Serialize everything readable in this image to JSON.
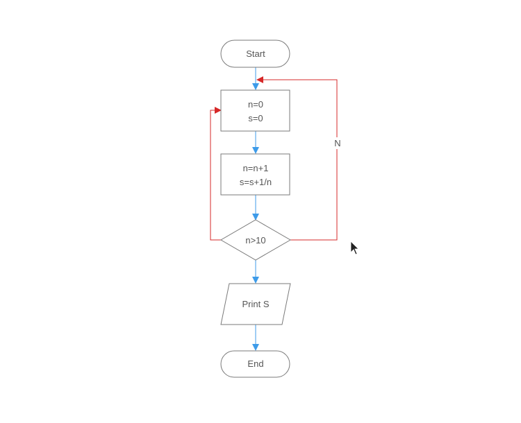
{
  "diagram": {
    "nodes": {
      "start": {
        "label": "Start"
      },
      "init": {
        "line1": "n=0",
        "line2": "s=0"
      },
      "update": {
        "line1": "n=n+1",
        "line2": "s=s+1/n"
      },
      "decision": {
        "label": "n>10"
      },
      "print": {
        "label": "Print S"
      },
      "end": {
        "label": "End"
      }
    },
    "edges": {
      "loop_label": "N"
    }
  },
  "colors": {
    "node_stroke": "#7a7a7a",
    "main_flow": "#3d9be9",
    "loop_flow": "#d62828",
    "text": "#555555"
  }
}
